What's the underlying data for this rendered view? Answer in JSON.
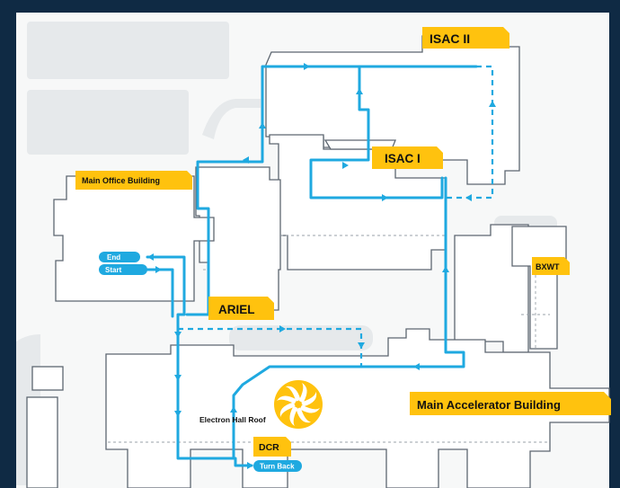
{
  "map": {
    "labels": {
      "isac_ii": "ISAC II",
      "isac_i": "ISAC I",
      "main_office": "Main Office Building",
      "ariel": "ARIEL",
      "bxwt": "BXWT",
      "main_accelerator": "Main Accelerator Building",
      "dcr": "DCR",
      "electron_hall_roof": "Electron Hall Roof"
    },
    "route_markers": {
      "end": "End",
      "start": "Start",
      "turn_back": "Turn Back"
    },
    "icons": [
      "cyclotron-logo-icon"
    ],
    "colors": {
      "route": "#1fa9e0",
      "label_tag": "#ffc20e",
      "background": "#0f2a44",
      "ground": "#f7f8f8"
    }
  }
}
